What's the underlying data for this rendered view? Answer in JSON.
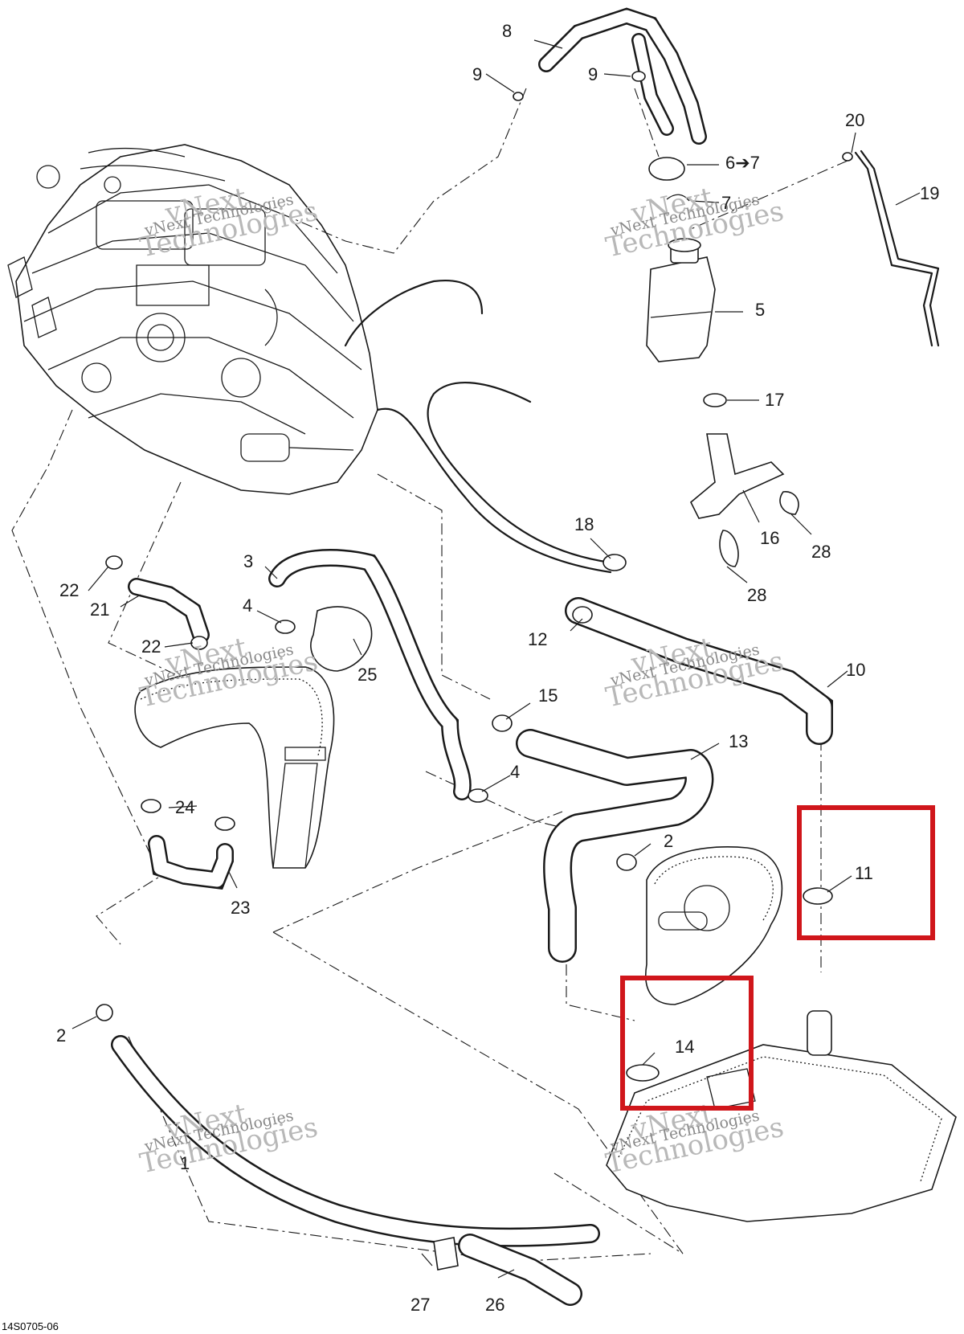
{
  "figure_code": "14S0705-06",
  "watermark": {
    "line1": "vNext",
    "line2": "Technologies",
    "small": "vNext Technologies"
  },
  "callouts": [
    {
      "label": "1"
    },
    {
      "label": "2"
    },
    {
      "label": "2"
    },
    {
      "label": "3"
    },
    {
      "label": "4"
    },
    {
      "label": "4"
    },
    {
      "label": "5"
    },
    {
      "label": "6➔7"
    },
    {
      "label": "7"
    },
    {
      "label": "8"
    },
    {
      "label": "9"
    },
    {
      "label": "9"
    },
    {
      "label": "10"
    },
    {
      "label": "11"
    },
    {
      "label": "12"
    },
    {
      "label": "13"
    },
    {
      "label": "14"
    },
    {
      "label": "15"
    },
    {
      "label": "16"
    },
    {
      "label": "17"
    },
    {
      "label": "18"
    },
    {
      "label": "19"
    },
    {
      "label": "20"
    },
    {
      "label": "21"
    },
    {
      "label": "22"
    },
    {
      "label": "22"
    },
    {
      "label": "23"
    },
    {
      "label": "24"
    },
    {
      "label": "25"
    },
    {
      "label": "26"
    },
    {
      "label": "27"
    },
    {
      "label": "28"
    },
    {
      "label": "28"
    }
  ],
  "highlights": [
    {
      "target": "11",
      "color": "#d0161b"
    },
    {
      "target": "14",
      "color": "#d0161b"
    }
  ]
}
